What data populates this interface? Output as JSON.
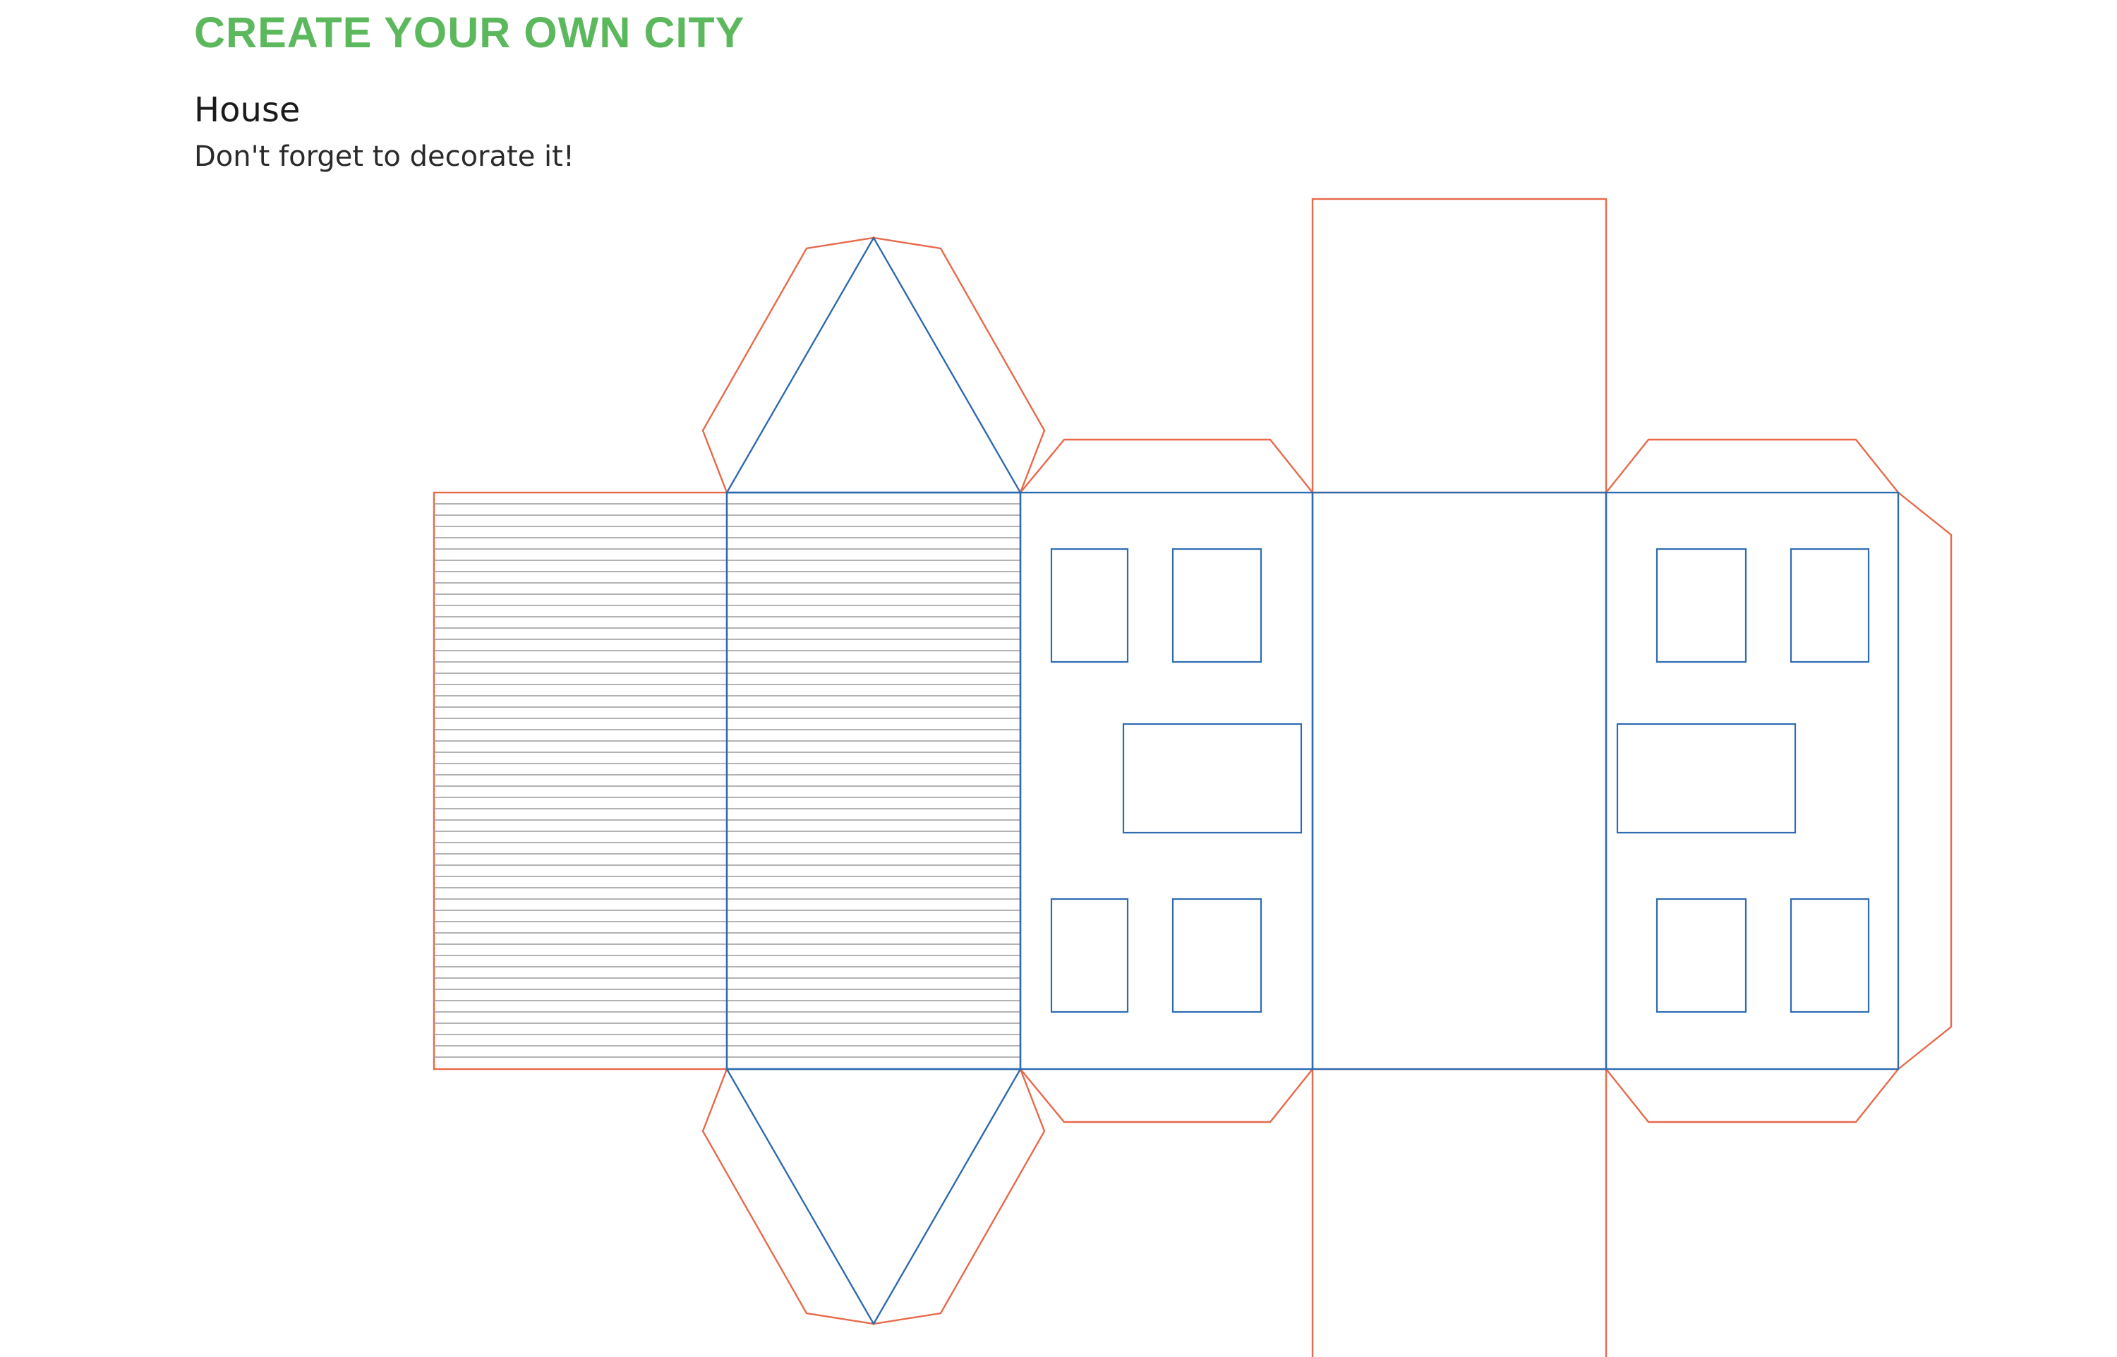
{
  "header": {
    "title": "CREATE YOUR OWN CITY",
    "subtitle": "House",
    "description": "Don't forget to decorate it!"
  },
  "colors": {
    "title": "#5cb85c",
    "cut_line": "#e8694a",
    "fold_line": "#2e6bb0",
    "roof_line": "#9a9a9a",
    "background": "#ffffff"
  }
}
